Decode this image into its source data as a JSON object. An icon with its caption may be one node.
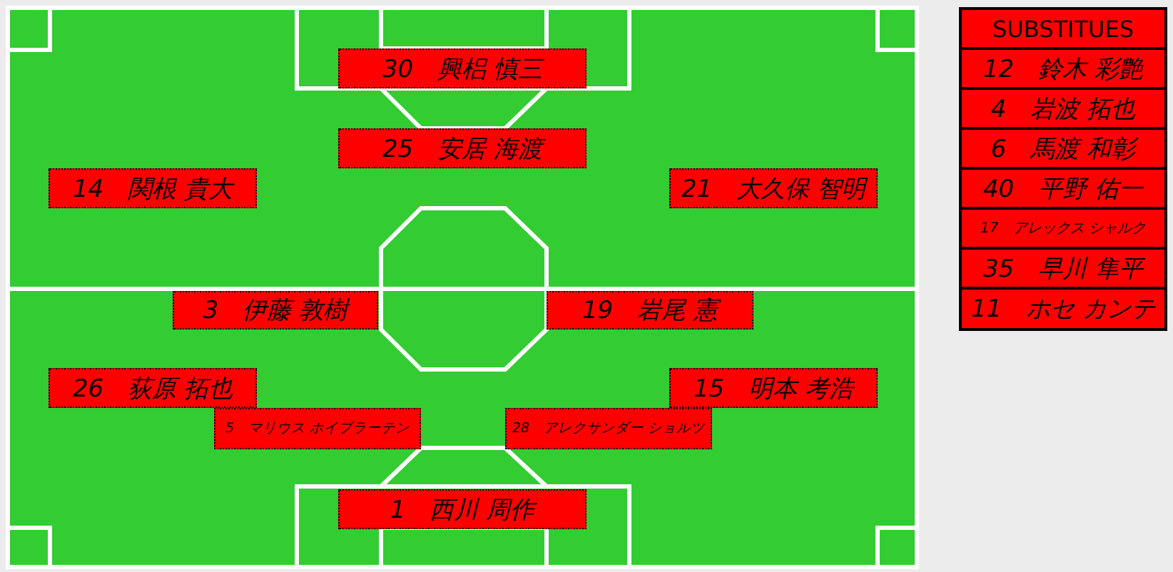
{
  "diagram": {
    "nodes": [
      {
        "text": [
          "30　興梠 慎三"
        ]
      },
      {
        "text": [
          "25　安居 海渡"
        ]
      },
      {
        "text": [
          "14　関根 貴大"
        ]
      },
      {
        "text": [
          "21　大久保 智明"
        ]
      },
      {
        "text": [
          "3　伊藤 敦樹"
        ]
      },
      {
        "text": [
          "19　岩尾 憲"
        ]
      },
      {
        "text": [
          "26　荻原 拓也"
        ]
      },
      {
        "text": [
          "15　明本 考浩"
        ]
      },
      {
        "text": [
          "5　マリウス ホイブラーテン"
        ]
      },
      {
        "text": [
          "28　アレクサンダー ショルツ"
        ]
      },
      {
        "text": [
          "1　西川 周作"
        ]
      },
      {
        "text": [
          "SUBSTITUES"
        ]
      },
      {
        "text": [
          "12　鈴木 彩艶"
        ],
        "in": 11
      },
      {
        "text": [
          "4　岩波 拓也"
        ],
        "in": 11
      },
      {
        "text": [
          "6　馬渡 和彰"
        ],
        "in": 11
      },
      {
        "text": [
          "40　平野 佑一"
        ],
        "in": 11
      },
      {
        "text": [
          "17　アレックス シャルク"
        ],
        "in": 11
      },
      {
        "text": [
          "35　早川 隼平"
        ],
        "in": 11
      },
      {
        "text": [
          "11　ホセ カンテ"
        ],
        "in": 11
      }
    ]
  }
}
